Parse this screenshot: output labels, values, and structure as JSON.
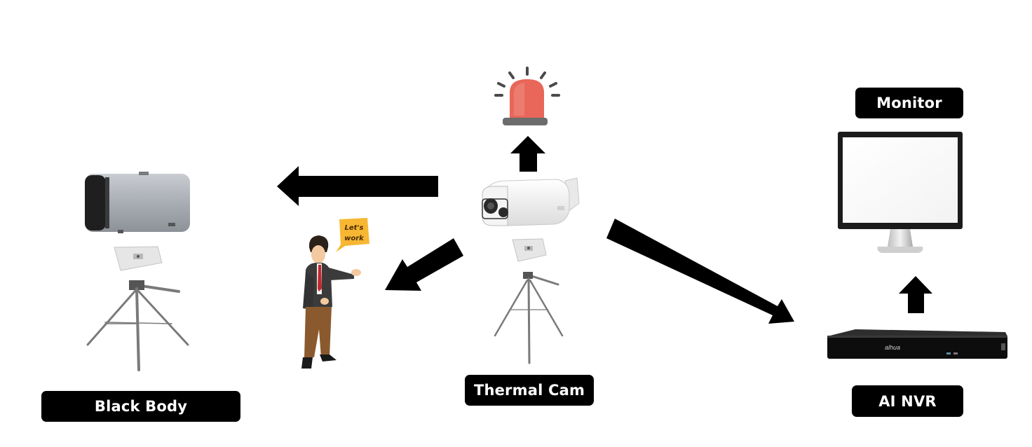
{
  "labels": {
    "black_body": "Black Body",
    "thermal_cam": "Thermal Cam",
    "monitor": "Monitor",
    "ai_nvr": "AI NVR"
  },
  "person": {
    "speech_bubble": "Let's work"
  },
  "nvr": {
    "brand_mark": "alhua"
  },
  "colors": {
    "label_bg": "#000000",
    "label_text": "#ffffff",
    "arrow": "#000000",
    "alarm_light": "#e8675a",
    "speech_bubble": "#f7b733"
  },
  "icons": [
    "black-body-device-icon",
    "mount-plate-icon",
    "tripod-icon",
    "person-icon",
    "speech-bubble-icon",
    "alarm-light-icon",
    "thermal-camera-icon",
    "monitor-icon",
    "nvr-recorder-icon"
  ]
}
